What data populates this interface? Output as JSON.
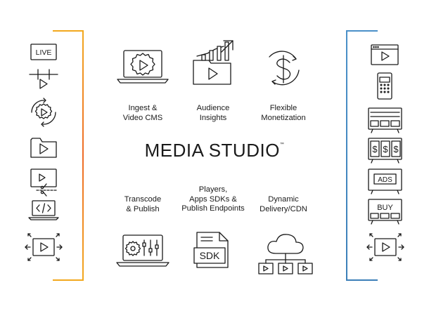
{
  "diagram": {
    "title": "MEDIA STUDIO",
    "trademark": "™",
    "accent_colors": {
      "left_top": "#f2a81d",
      "left_bottom": "#e04a2a",
      "right_top": "#4a90c8",
      "right_bottom": "#2c5fa0",
      "center_left": "#d9452a",
      "center_right": "#8e7ba8"
    },
    "top_capabilities": [
      {
        "label": "Ingest &\nVideo CMS",
        "icon": "laptop-gear-play-icon"
      },
      {
        "label": "Audience\nInsights",
        "icon": "growth-chart-folder-icon"
      },
      {
        "label": "Flexible\nMonetization",
        "icon": "dollar-cycle-icon"
      }
    ],
    "bottom_capabilities": [
      {
        "label": "Transcode\n& Publish",
        "icon": "laptop-sliders-icon"
      },
      {
        "label": "Players,\nApps SDKs &\nPublish Endpoints",
        "icon": "sdk-document-icon"
      },
      {
        "label": "Dynamic\nDelivery/CDN",
        "icon": "cloud-network-icon"
      }
    ],
    "left_inputs": {
      "live_badge": "LIVE",
      "icons": [
        "live-badge-icon",
        "edit-timeline-icon",
        "play-cycle-icon",
        "folder-play-icon",
        "video-cut-icon",
        "code-laptop-icon",
        "expand-player-icon"
      ]
    },
    "right_outputs": {
      "ads_label": "ADS",
      "buy_label": "BUY",
      "dollar_sign": "$",
      "icons": [
        "browser-play-icon",
        "mobile-phone-icon",
        "tv-guide-icon",
        "dollar-slots-icon",
        "ads-screen-icon",
        "buy-screen-icon",
        "expand-player-icon"
      ]
    }
  }
}
